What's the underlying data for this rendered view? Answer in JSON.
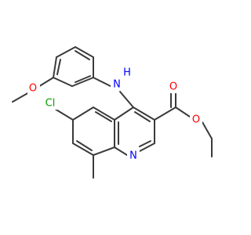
{
  "molecule": {
    "atoms": {
      "O_methoxy": "O",
      "N_amine": "N",
      "H_amine": "H",
      "O_carbonyl": "O",
      "O_ester": "O",
      "Cl": "Cl",
      "N_ring": "N"
    },
    "colors": {
      "bond": "#3a3a3a",
      "oxygen": "#ff0000",
      "nitrogen": "#0000ff",
      "chlorine": "#00a000"
    }
  }
}
